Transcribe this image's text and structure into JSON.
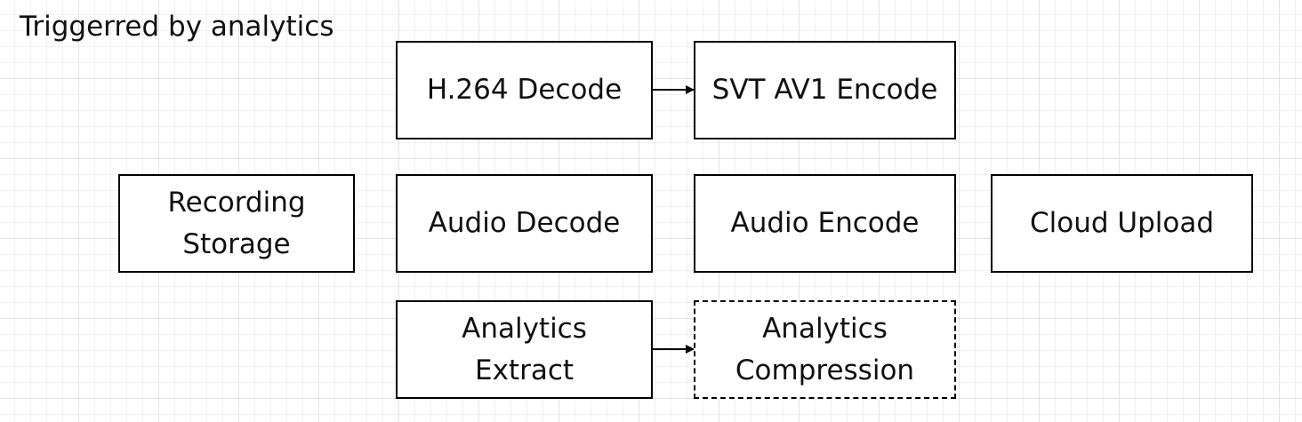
{
  "title": "Triggerred by analytics",
  "nodes": {
    "h264_decode": "H.264 Decode",
    "svt_av1_encode": "SVT AV1 Encode",
    "recording_storage": "Recording Storage",
    "audio_decode": "Audio Decode",
    "audio_encode": "Audio Encode",
    "cloud_upload": "Cloud Upload",
    "analytics_extract": "Analytics Extract",
    "analytics_compression": "Analytics Compression"
  },
  "edges": [
    {
      "from": "h264_decode",
      "to": "svt_av1_encode"
    },
    {
      "from": "analytics_extract",
      "to": "analytics_compression"
    }
  ],
  "colors": {
    "stroke": "#000000",
    "box_fill": "#ffffff"
  }
}
